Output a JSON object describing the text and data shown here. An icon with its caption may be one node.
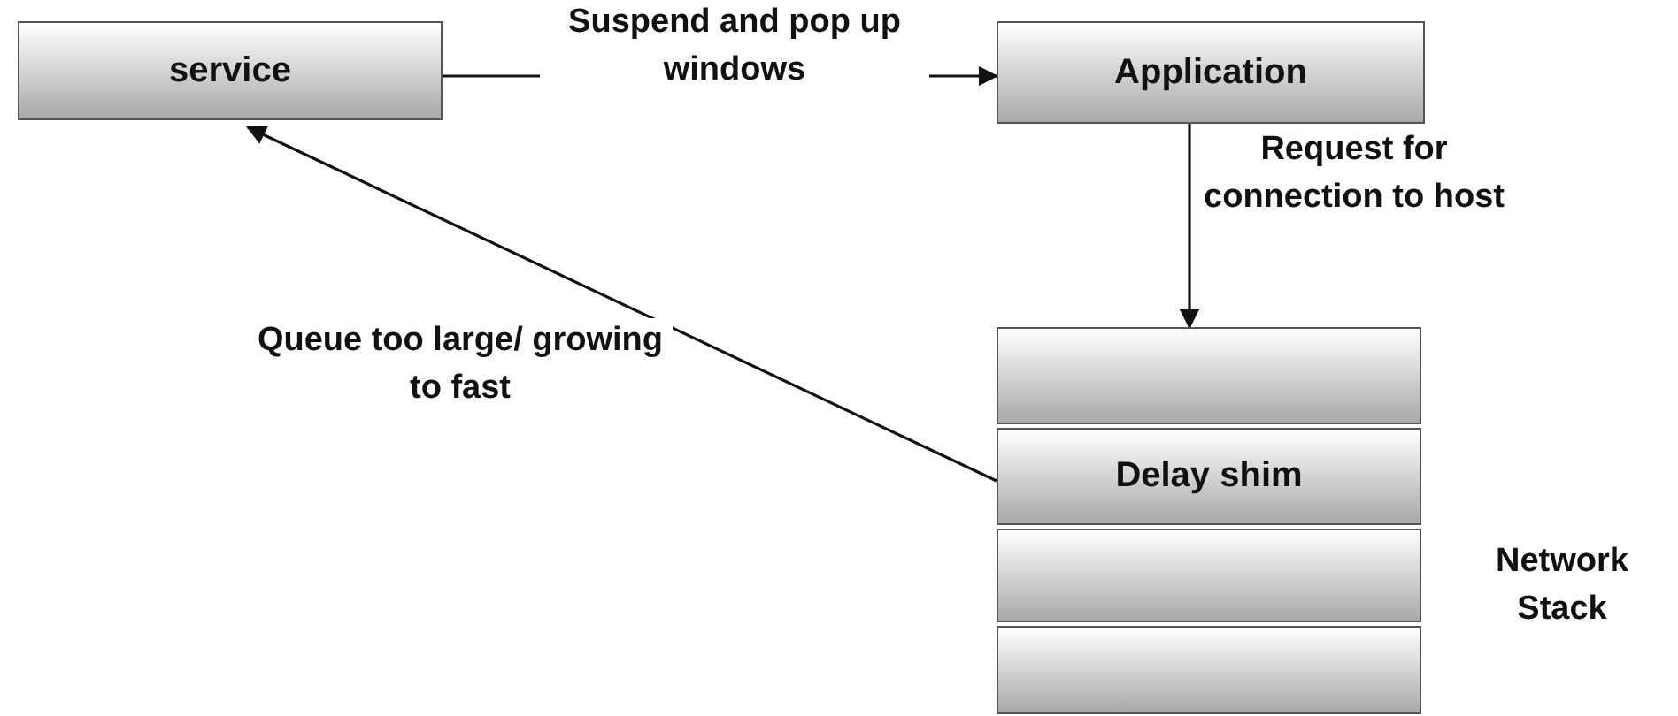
{
  "diagram": {
    "nodes": [
      {
        "text": [
          "service"
        ]
      },
      {
        "text": [
          "Application"
        ]
      },
      {
        "text": [],
        "shape": "box"
      },
      {
        "text": [
          "Delay shim"
        ]
      },
      {
        "text": [],
        "shape": "box"
      },
      {
        "text": [],
        "shape": "box"
      }
    ],
    "edges": [
      {
        "from": 0,
        "to": 1,
        "arrow": "to",
        "label": "Suspend and pop up windows"
      },
      {
        "from": 1,
        "to": 2,
        "arrow": "to",
        "label": "Request for connection to host"
      },
      {
        "from": 3,
        "to": 0,
        "arrow": "to",
        "label": "Queue too large/ growing to fast"
      }
    ],
    "labels": [
      "Network Stack"
    ]
  }
}
